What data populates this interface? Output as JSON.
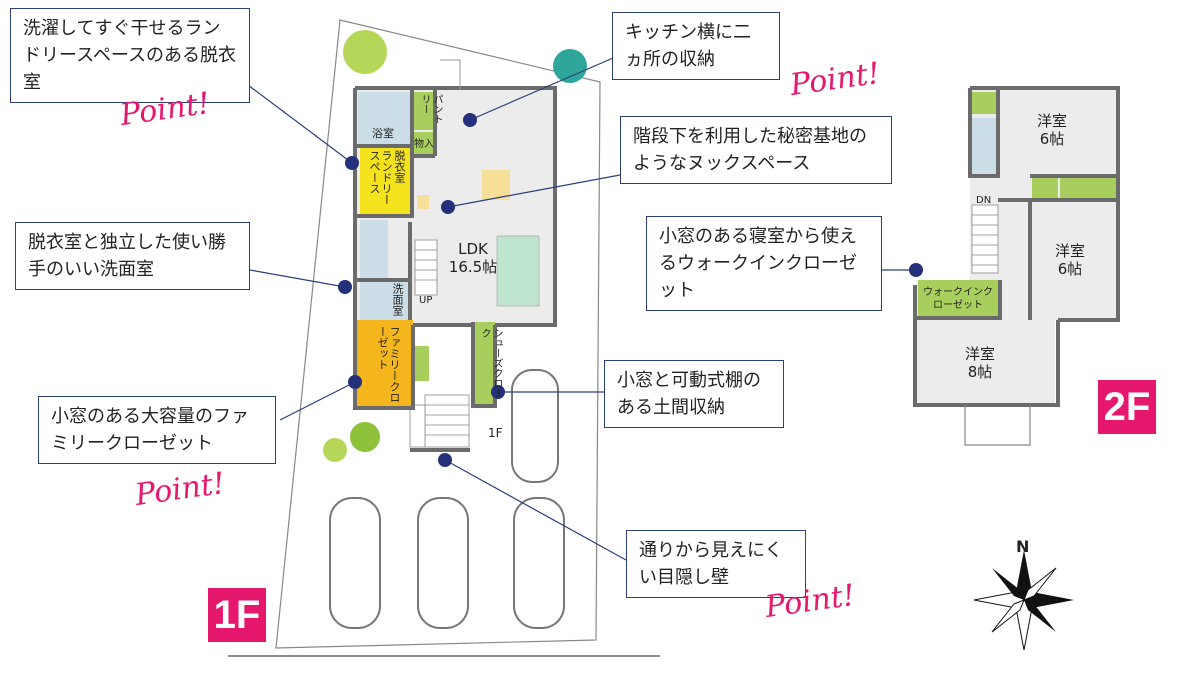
{
  "callouts": [
    {
      "id": "laundry",
      "text": "洗濯してすぐ干せるランドリースペースのある脱衣室"
    },
    {
      "id": "kitchen",
      "text": "キッチン横に二ヵ所の収納"
    },
    {
      "id": "nook",
      "text": "階段下を利用した秘密基地のようなヌックスペース"
    },
    {
      "id": "washroom",
      "text": "脱衣室と独立した使い勝手のいい洗面室"
    },
    {
      "id": "bedroom",
      "text": "小窓のある寝室から使えるウォークインクローゼット"
    },
    {
      "id": "closet",
      "text": "小窓のある大容量のファミリークローゼット"
    },
    {
      "id": "shoes",
      "text": "小窓と可動式棚のある土間収納"
    },
    {
      "id": "wall",
      "text": "通りから見えにくい目隠し壁"
    }
  ],
  "point_label": "Point!",
  "floors": {
    "first": "1F",
    "second": "2F"
  },
  "rooms_1f": {
    "bath": "浴室",
    "pantry": "パントリー",
    "storage": "物入",
    "dressing": "脱衣室",
    "laundry": "ランドリースペース",
    "wash": "洗面室",
    "ldk": "LDK",
    "ldk_size": "16.5帖",
    "up": "UP",
    "family_closet": "ファミリークローゼット",
    "shoe_closet": "シューズクローク",
    "floor": "1F"
  },
  "rooms_2f": {
    "room1": "洋室",
    "room1_size": "6帖",
    "room2": "洋室",
    "room2_size": "6帖",
    "room3": "洋室",
    "room3_size": "8帖",
    "wic": "ウォークインクローゼット",
    "dn": "DN"
  },
  "compass": "N",
  "colors": {
    "accent": "#e6186e",
    "callout_border": "#2b3f7a",
    "dot": "#25307a",
    "wall": "#6b6b6b",
    "yellow": "#f4e21c",
    "orange": "#f5b61d",
    "green": "#a8cf5e",
    "bluegray": "#cbdde6",
    "floor": "#ececec",
    "sofa": "#bfe4cf",
    "table": "#f6df99"
  }
}
